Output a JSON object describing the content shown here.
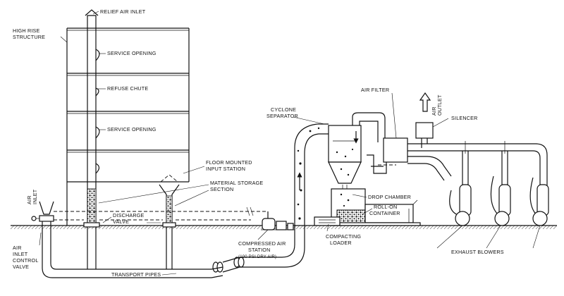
{
  "labels": {
    "relief_air_inlet": "RELIEF AIR INLET",
    "high_rise_1": "HIGH RISE",
    "high_rise_2": "STRUCTURE",
    "service_opening_top": "SERVICE OPENING",
    "refuse_chute": "REFUSE CHUTE",
    "service_opening_mid": "SERVICE OPENING",
    "floor_mounted_1": "FLOOR MOUNTED",
    "floor_mounted_2": "INPUT STATION",
    "material_storage_1": "MATERIAL STORAGE",
    "material_storage_2": "SECTION",
    "discharge_1": "DISCHARGE",
    "discharge_2": "VALVE",
    "air_inlet_1": "AIR",
    "air_inlet_2": "INLET",
    "air_inlet_control_1": "AIR",
    "air_inlet_control_2": "INLET",
    "air_inlet_control_3": "CONTROL",
    "air_inlet_control_4": "VALVE",
    "transport_pipes": "TRANSPORT PIPES",
    "compressed_air_1": "COMPRESSED AIR",
    "compressed_air_2": "STATION",
    "compressed_air_3": "(100 PSI DRY AIR)",
    "cyclone_1": "CYCLONE",
    "cyclone_2": "SEPARATOR",
    "air_filter": "AIR FILTER",
    "air_outlet_1": "AIR",
    "air_outlet_2": "OUTLET",
    "silencer": "SILENCER",
    "drop_chamber": "DROP CHAMBER",
    "roll_on_1": "ROLL-ON",
    "roll_on_2": "CONTAINER",
    "compacting_1": "COMPACTING",
    "compacting_2": "LOADER",
    "exhaust_blowers": "EXHAUST BLOWERS"
  }
}
